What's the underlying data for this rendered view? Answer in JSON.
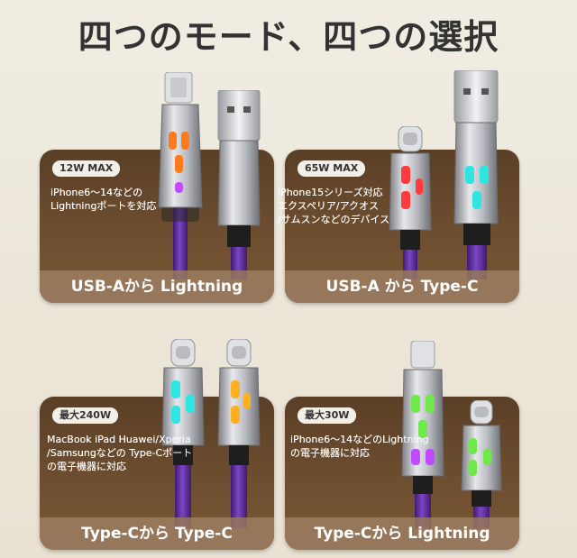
{
  "title": "四つのモード、四つの選択",
  "panels": [
    {
      "badge": "12W MAX",
      "desc": [
        "iPhone6～14などの",
        "Lightningポートを対応"
      ],
      "label": "USB-Aから Lightning"
    },
    {
      "badge": "65W MAX",
      "desc": [
        "iPhone15シリーズ対応",
        "エクスペリア/アクオス",
        "/サムスンなどのデバイス"
      ],
      "label": "USB-A から Type-C"
    },
    {
      "badge": "最大240W",
      "desc": [
        "MacBook iPad Huawei/Xperia",
        "/Samsungなどの Type-Cポート",
        "の電子機器に対応"
      ],
      "label": "Type-Cから Type-C"
    },
    {
      "badge": "最大30W",
      "desc": [
        "iPhone6～14などのLightning",
        "の電子機器に対応"
      ],
      "label": "Type-Cから Lightning"
    }
  ],
  "colors": {
    "cable": "#5b2e97",
    "orange": "#ff7a1a",
    "red": "#ff3b3b",
    "cyan": "#2ee6e0",
    "green": "#6fe84a",
    "purple": "#c24bff",
    "amber": "#ffb020"
  }
}
